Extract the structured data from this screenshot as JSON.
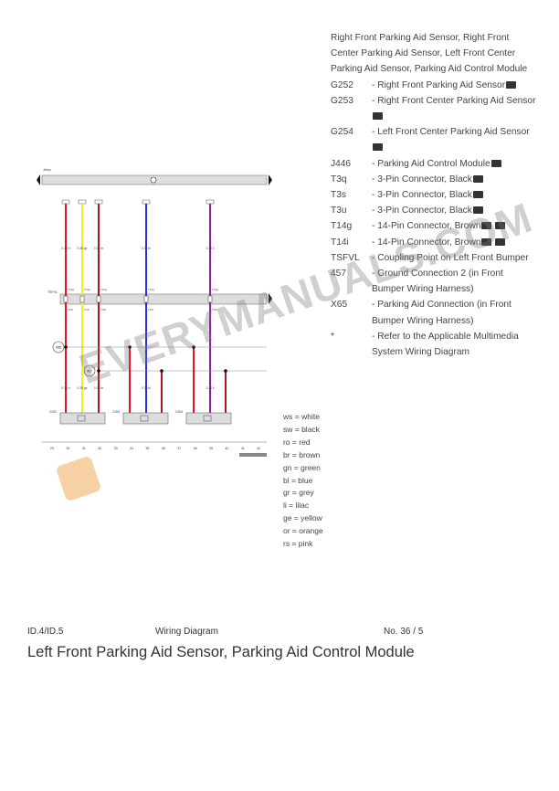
{
  "diagram": {
    "top_label": "Jeep",
    "coupling_label": "TSFVL",
    "grounds": [
      "X65",
      "457"
    ],
    "wires": [
      {
        "color": "#e8141c",
        "code": "rt",
        "gauge": "0.35",
        "connector_top": "T14g",
        "connector_bottom": "T14i"
      },
      {
        "color": "#f2f01a",
        "code": "ge",
        "gauge": "0.35",
        "connector_top": "T14g",
        "connector_bottom": "T14i"
      },
      {
        "color": "#b0141c",
        "code": "br",
        "gauge": "0.35",
        "connector_top": "T14g",
        "connector_bottom": "T14i"
      },
      {
        "color": "#2a2ae8",
        "code": "bl",
        "gauge": "0.35",
        "connector_top": "T14g",
        "connector_bottom": "T14i"
      },
      {
        "color": "#9a1aa8",
        "code": "li",
        "gauge": "0.35",
        "connector_top": "T14g",
        "connector_bottom": "T14i"
      }
    ],
    "sensors": [
      "G252",
      "G253",
      "G254"
    ],
    "columns": [
      "29",
      "30",
      "31",
      "32",
      "33",
      "34",
      "35",
      "36",
      "37",
      "38",
      "39",
      "40",
      "41",
      "42"
    ]
  },
  "legend": {
    "heading": "Right Front Parking Aid Sensor, Right Front Center Parking Aid Sensor, Left Front Center Parking Aid Sensor, Parking Aid Control Module",
    "items": [
      {
        "code": "G252",
        "desc": "- Right Front Parking Aid Sensor",
        "icons": 1
      },
      {
        "code": "G253",
        "desc": "- Right Front Center Parking Aid Sensor",
        "icons": 1
      },
      {
        "code": "G254",
        "desc": "- Left Front Center Parking Aid Sensor",
        "icons": 1
      },
      {
        "code": "J446",
        "desc": "- Parking Aid Control Module",
        "icons": 1
      },
      {
        "code": "T3q",
        "desc": "- 3-Pin Connector, Black",
        "icons": 1
      },
      {
        "code": "T3s",
        "desc": "- 3-Pin Connector, Black",
        "icons": 1
      },
      {
        "code": "T3u",
        "desc": "- 3-Pin Connector, Black",
        "icons": 1
      },
      {
        "code": "T14g",
        "desc": "- 14-Pin Connector, Brown",
        "icons": 2
      },
      {
        "code": "T14i",
        "desc": "- 14-Pin Connector, Brown",
        "icons": 2
      },
      {
        "code": "TSFVL",
        "desc": "- Coupling Point on Left Front Bumper",
        "icons": 0
      },
      {
        "code": "457",
        "desc": "- Ground Connection 2 (in Front Bumper Wiring Harness)",
        "icons": 0
      },
      {
        "code": "X65",
        "desc": "- Parking Aid Connection (in Front Bumper Wiring Harness)",
        "icons": 0
      },
      {
        "code": "*",
        "desc": "- Refer to the Applicable Multimedia System Wiring Diagram",
        "icons": 0
      }
    ]
  },
  "colors": [
    "ws = white",
    "sw = black",
    "ro = red",
    "br = brown",
    "gn = green",
    "bl = blue",
    "gr = grey",
    "li = lilac",
    "ge = yellow",
    "or = orange",
    "rs = pink"
  ],
  "footer": {
    "model": "ID.4/ID.5",
    "type": "Wiring Diagram",
    "number": "No.  36 / 5"
  },
  "title": "Left Front Parking Aid Sensor, Parking Aid Control Module",
  "watermark": "EVERYMANUALS.COM"
}
